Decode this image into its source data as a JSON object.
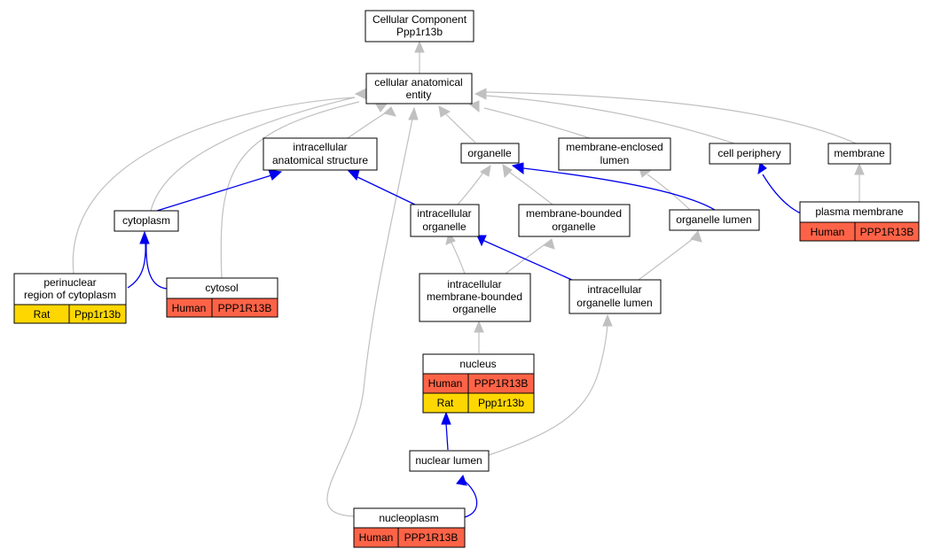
{
  "colors": {
    "human": "#ff6347",
    "rat": "#ffd700",
    "gray_edge": "#c0c0c0",
    "blue_edge": "#0000ee"
  },
  "nodes": {
    "root": {
      "line1": "Cellular Component",
      "line2": "Ppp1r13b"
    },
    "cae": {
      "line1": "cellular anatomical",
      "line2": "entity"
    },
    "ias": {
      "line1": "intracellular",
      "line2": "anatomical structure"
    },
    "organelle": {
      "label": "organelle"
    },
    "mel": {
      "line1": "membrane-enclosed",
      "line2": "lumen"
    },
    "cellperiphery": {
      "label": "cell periphery"
    },
    "membrane": {
      "label": "membrane"
    },
    "cytoplasm": {
      "label": "cytoplasm"
    },
    "io": {
      "line1": "intracellular",
      "line2": "organelle"
    },
    "mbo": {
      "line1": "membrane-bounded",
      "line2": "organelle"
    },
    "ol": {
      "label": "organelle lumen"
    },
    "pm": {
      "label": "plasma membrane",
      "species": "Human",
      "gene": "PPP1R13B"
    },
    "perinuclear": {
      "line1": "perinuclear",
      "line2": "region of cytoplasm",
      "species": "Rat",
      "gene": "Ppp1r13b"
    },
    "cytosol": {
      "label": "cytosol",
      "species": "Human",
      "gene": "PPP1R13B"
    },
    "imbo": {
      "line1": "intracellular",
      "line2": "membrane-bounded",
      "line3": "organelle"
    },
    "iol": {
      "line1": "intracellular",
      "line2": "organelle lumen"
    },
    "nucleus": {
      "label": "nucleus",
      "species1": "Human",
      "gene1": "PPP1R13B",
      "species2": "Rat",
      "gene2": "Ppp1r13b"
    },
    "nuclearlumen": {
      "label": "nuclear lumen"
    },
    "nucleoplasm": {
      "label": "nucleoplasm",
      "species": "Human",
      "gene": "PPP1R13B"
    }
  }
}
